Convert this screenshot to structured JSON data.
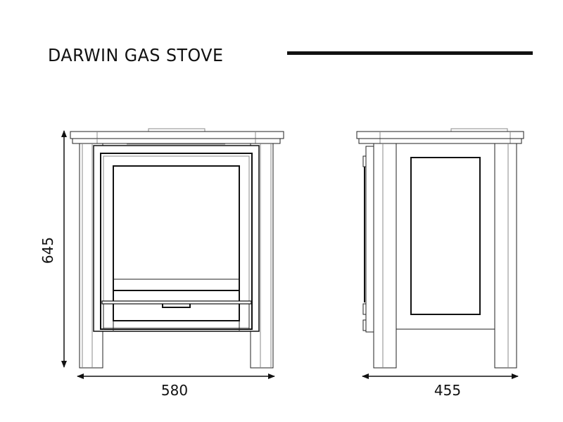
{
  "title": "DARWIN GAS STOVE",
  "dimensions": {
    "height": "645",
    "front_width": "580",
    "side_depth": "455"
  },
  "views": [
    "front",
    "side"
  ]
}
